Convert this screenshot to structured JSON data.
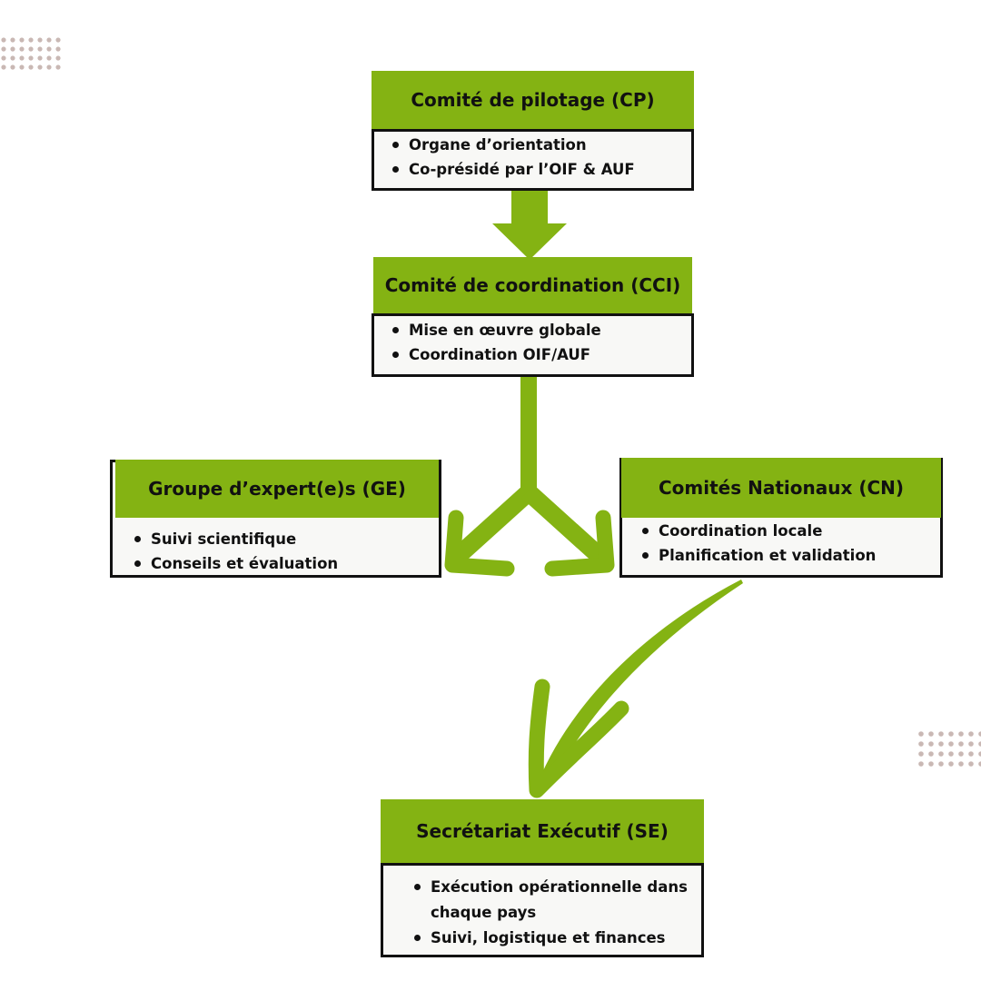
{
  "colors": {
    "accent_green": "#84b313",
    "box_fill": "#f8f8f6",
    "border": "#111111",
    "dots": "#c9b8b4"
  },
  "nodes": {
    "cp": {
      "title": "Comité de pilotage (CP)",
      "items": [
        "Organe d’orientation",
        "Co-présidé par l’OIF & AUF"
      ]
    },
    "cci": {
      "title": "Comité de coordination (CCI)",
      "items": [
        "Mise en œuvre globale",
        "Coordination OIF/AUF"
      ]
    },
    "ge": {
      "title": "Groupe d’expert(e)s (GE)",
      "items": [
        "Suivi scientifique",
        "Conseils et évaluation"
      ]
    },
    "cn": {
      "title": "Comités Nationaux (CN)",
      "items": [
        "Coordination locale",
        "Planification et validation"
      ]
    },
    "se": {
      "title": "Secrétariat Exécutif (SE)",
      "items": [
        "Exécution opérationnelle dans chaque pays",
        "Suivi, logistique et finances"
      ]
    }
  },
  "decorations": {
    "dot_pattern_icon": "dot-grid-icon"
  }
}
